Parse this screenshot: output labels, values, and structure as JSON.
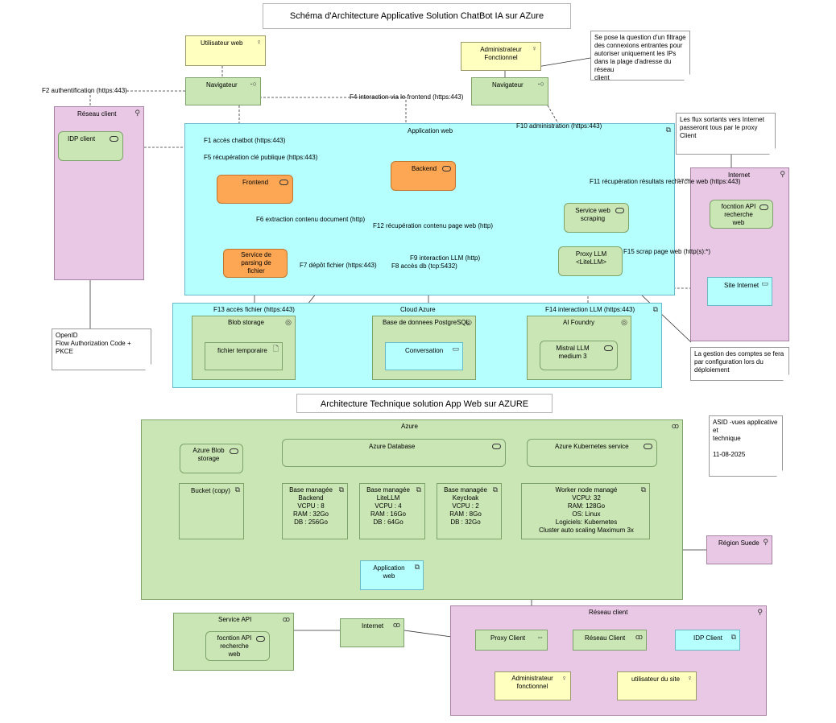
{
  "titles": {
    "application": "Schéma d'Architecture Applicative Solution ChatBot IA sur AZure",
    "technique": "Architecture Technique solution App Web sur AZURE"
  },
  "app": {
    "utilisateur_web": "Utilisateur web",
    "navigateur1": "Navigateur",
    "administrateur_fonctionnel": "Administrateur\nFonctionnel",
    "navigateur2": "Navigateur",
    "reseau_client": "Réseau client",
    "idp_client": "IDP client",
    "application_web": "Application web",
    "frontend": "Frontend",
    "backend": "Backend",
    "service_parsing": "Service de\nparsing de\nfichier",
    "service_scraping": "Service web\nscraping",
    "proxy_llm": "Proxy LLM\n<LiteLLM>",
    "internet": "Internet",
    "fonction_api": "focntion API\nrecherche\nweb",
    "site_internet": "Site Internet",
    "cloud_azure": "Cloud Azure",
    "blob_storage": "Blob storage",
    "fichier_temporaire": "fichier temporaire",
    "base_postgres": "Base de donnees PostgreSQL",
    "conversation": "Conversation",
    "ai_foundry": "AI Foundry",
    "mistral": "Mistral LLM\nmedium 3"
  },
  "flows": {
    "f1": "F1 accès chatbot (https:443)",
    "f2": "F2 authentification (https:443)",
    "f4": "F4 interaction via le frontend (https:443)",
    "f5": "F5 récupération clé publique (https:443)",
    "f6": "F6 extraction contenu document (http)",
    "f7": "F7 dépôt fichier (https:443)",
    "f8": "F8 accès db (tcp:5432)",
    "f9": "F9 interaction LLM (http)",
    "f10": "F10 administration (https:443)",
    "f11": "F11 récupération résultats recherche web (https:443)",
    "f12": "F12 récupération contenu page web (http)",
    "f13": "F13 accès fichier (https:443)",
    "f14": "F14 interaction LLM (https:443)",
    "f15": "F15 scrap page web (http(s):*)"
  },
  "notes": {
    "filtrage": "Se pose la question d'un filtrage\ndes connexions entrantes pour\nautoriser uniquement les IPs\ndans la plage d'adresse du réseau\nclient",
    "flux_sortants": "Les flux sortants vers Internet\npasseront tous par le proxy\nClient",
    "openid": "OpenID\nFlow Authorization Code + PKCE",
    "gestion_comptes": "La gestion des comptes se fera\npar configuration lors du\ndéploiement",
    "asid": "ASID -vues applicative  et\ntechnique\n\n11-08-2025"
  },
  "tech": {
    "azure": "Azure",
    "azure_blob": "Azure Blob\nstorage",
    "azure_database": "Azure Database",
    "azure_kubernetes": "Azure Kubernetes service",
    "bucket": "Bucket (copy)",
    "base_backend": "Base managée\nBackend\nVCPU : 8\nRAM : 32Go\nDB : 256Go",
    "base_litellm": "Base managée\nLiteLLM\nVCPU : 4\nRAM : 16Go\nDB : 64Go",
    "base_keycloak": "Base managée\nKeycloak\nVCPU : 2\nRAM : 8Go\nDB : 32Go",
    "worker_node": "Worker node managé\nVCPU: 32\nRAM: 128Go\nOS: Linux\nLogiciels: Kubernetes\nCluster auto scaling Maximum 3x",
    "application_web": "Application\nweb",
    "region_suede": "Région Suede",
    "service_api": "Service API",
    "fonction_api": "focntion API\nrecherche\nweb",
    "internet": "Internet",
    "reseau_client": "Réseau client",
    "proxy_client": "Proxy Client",
    "reseau_client_node": "Réseau Client",
    "idp_client": "IDP Client",
    "admin_fonctionnel": "Administrateur\nfonctionnel",
    "utilisateur_site": "utilisateur du site"
  },
  "colors": {
    "yellow": "#ffffc0",
    "green": "#c9e6b4",
    "orange": "#fda755",
    "cyan": "#b5ffff",
    "pink": "#e8c8e4"
  }
}
